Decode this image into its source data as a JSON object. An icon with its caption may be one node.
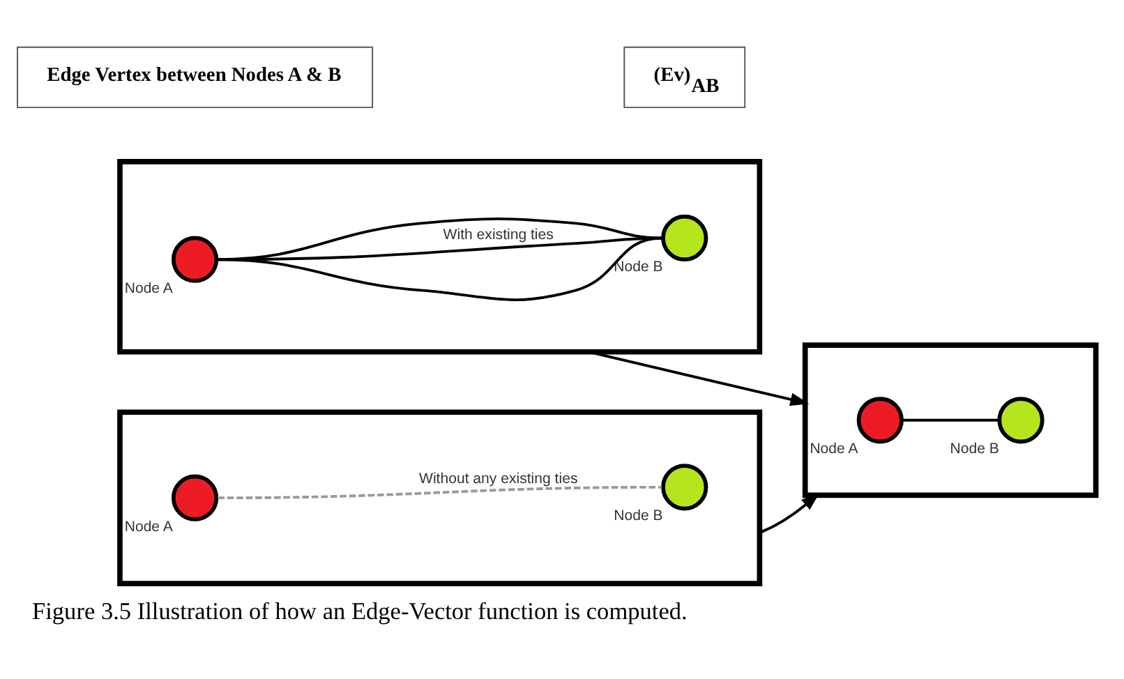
{
  "diagram": {
    "caption": "Figure 3.5 Illustration of how an Edge-Vector function is computed.",
    "nodes": [
      {
        "text": [],
        "shape": "box"
      },
      {
        "text": [
          "Node A"
        ],
        "in": 0
      },
      {
        "text": [
          "Node B"
        ],
        "in": 0
      },
      {
        "text": [],
        "shape": "box"
      },
      {
        "text": [
          "Node A"
        ],
        "in": 3
      },
      {
        "text": [
          "Node B"
        ],
        "in": 3
      },
      {
        "text": [],
        "shape": "box"
      },
      {
        "text": [
          "Node A"
        ],
        "in": 6
      },
      {
        "text": [
          "Node B"
        ],
        "in": 6
      },
      {
        "text": [
          "Edge Vertex between Nodes A & B"
        ]
      },
      {
        "text": [
          "(Ev)$_{AB}$"
        ]
      }
    ],
    "edges": [
      {
        "from": 1,
        "to": 2,
        "arrow": "none"
      },
      {
        "from": 1,
        "to": 2,
        "arrow": "none",
        "label": "With existing ties"
      },
      {
        "from": 1,
        "to": 2,
        "arrow": "none"
      },
      {
        "from": 4,
        "to": 5,
        "arrow": "none"
      },
      {
        "from": 7,
        "to": 8,
        "arrow": "none",
        "style": "dashed",
        "color": "#999999",
        "label": "Without any existing ties"
      },
      {
        "from": 0,
        "to": 3,
        "arrow": "to"
      },
      {
        "from": 6,
        "to": 3,
        "arrow": "to"
      }
    ]
  }
}
